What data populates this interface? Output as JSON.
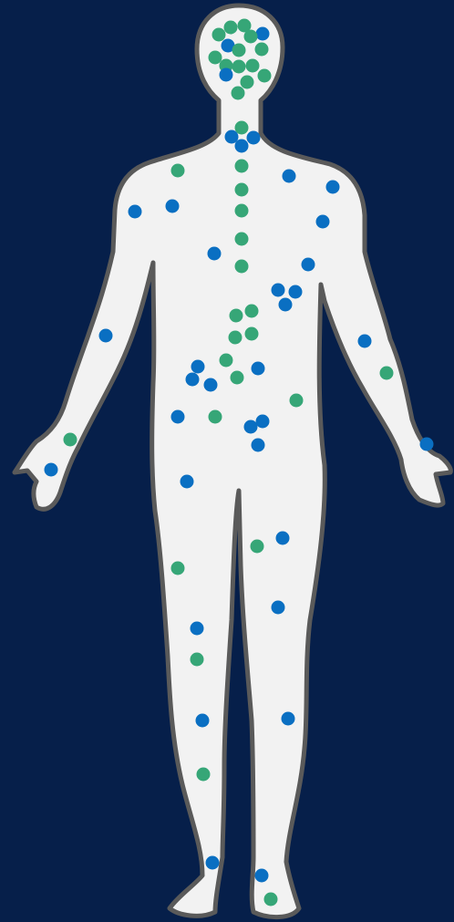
{
  "colors": {
    "background": "#061f4a",
    "silhouette_fill": "#f2f2f2",
    "silhouette_outline": "#5a5a5a",
    "marker_blue": "#0a6fc2",
    "marker_green": "#36a677"
  },
  "figure": {
    "subject": "human-body-front-view",
    "marker_kinds": [
      "blue",
      "green"
    ]
  }
}
